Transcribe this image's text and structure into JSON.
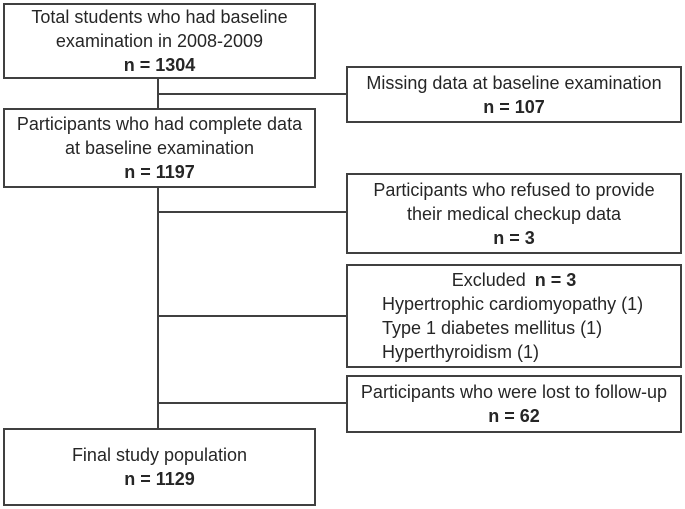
{
  "colors": {
    "background": "#ffffff",
    "border": "#404040",
    "text": "#262626"
  },
  "flowchart": {
    "total_students": {
      "line1": "Total students who had baseline",
      "line2": "examination in 2008-2009",
      "n": "n = 1304"
    },
    "missing_data": {
      "line1": "Missing data at baseline examination",
      "n": "n = 107"
    },
    "complete_data": {
      "line1": "Participants who had complete data",
      "line2": "at baseline examination",
      "n": "n = 1197"
    },
    "refused": {
      "line1": "Participants who refused to provide",
      "line2": "their medical checkup data",
      "n": "n = 3"
    },
    "excluded": {
      "heading": "Excluded",
      "n": "n = 3",
      "items": [
        "Hypertrophic cardiomyopathy (1)",
        "Type 1 diabetes mellitus (1)",
        "Hyperthyroidism (1)"
      ]
    },
    "lost_followup": {
      "line1": "Participants who were lost to follow-up",
      "n": "n = 62"
    },
    "final_population": {
      "line1": "Final study population",
      "n": "n = 1129"
    }
  }
}
